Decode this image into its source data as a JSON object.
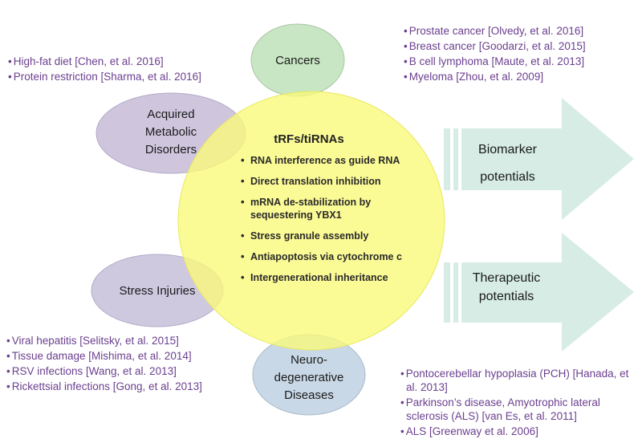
{
  "center": {
    "title": "tRFs/tiRNAs",
    "items": [
      "RNA interference as guide RNA",
      "Direct translation inhibition",
      "mRNA de-stabilization by sequestering YBX1",
      "Stress granule assembly",
      "Antiapoptosis via cytochrome c",
      "Intergenerational inheritance"
    ]
  },
  "nodes": {
    "cancers": "Cancers",
    "metabolic": [
      "Acquired",
      "Metabolic",
      "Disorders"
    ],
    "stress": "Stress Injuries",
    "neuro": [
      "Neuro-",
      "degenerative",
      "Diseases"
    ]
  },
  "arrows": {
    "biomarker": [
      "Biomarker",
      "potentials"
    ],
    "therapeutic": [
      "Therapeutic",
      "potentials"
    ]
  },
  "refs": {
    "metabolic": [
      "High-fat diet [Chen, et al. 2016]",
      "Protein restriction [Sharma, et al. 2016]"
    ],
    "cancers": [
      "Prostate cancer [Olvedy, et al. 2016]",
      "Breast cancer [Goodarzi, et al. 2015]",
      "B cell lymphoma [Maute, et al. 2013]",
      "Myeloma [Zhou, et al. 2009]"
    ],
    "stress": [
      "Viral hepatitis [Selitsky, et al. 2015]",
      "Tissue damage [Mishima, et al. 2014]",
      "RSV infections [Wang, et al. 2013]",
      "Rickettsial infections [Gong, et al. 2013]"
    ],
    "neuro": [
      "Pontocerebellar hypoplasia (PCH) [Hanada, et al. 2013]",
      "Parkinson’s disease, Amyotrophic lateral sclerosis (ALS) [van Es, et al. 2011]",
      "ALS [Greenway et al. 2006]"
    ]
  },
  "colors": {
    "center": "#fafa78",
    "cancers": "#c8e6c4",
    "metabolic": "#cfc6de",
    "stress": "#cfc9e0",
    "neuro": "#c9d8e6",
    "arrow": "#d6ece4",
    "refText": "#6b3f8f"
  }
}
